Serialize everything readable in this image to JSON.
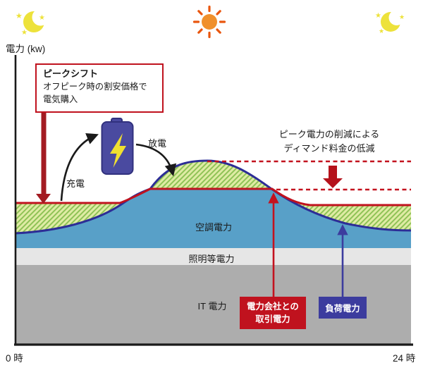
{
  "axis": {
    "y_label": "電力 (kw)",
    "x_start": "0 時",
    "x_end": "24 時"
  },
  "peak_shift_box": {
    "title": "ピークシフト",
    "line1": "オフピーク時の割安価格で",
    "line2": "電気購入"
  },
  "battery": {
    "charge": "充電",
    "discharge": "放電"
  },
  "demand_note": {
    "line1": "ピーク電力の削減による",
    "line2": "ディマンド料金の低減"
  },
  "areas": {
    "hvac": "空調電力",
    "lighting": "照明等電力",
    "it": "IT 電力"
  },
  "boxes": {
    "trade_line1": "電力会社との",
    "trade_line2": "取引電力",
    "load": "負荷電力"
  },
  "icons": {
    "top_left": "moon-icon",
    "top_center": "sun-icon",
    "top_right": "moon-icon",
    "middle": "battery-icon"
  },
  "colors": {
    "red_line": "#C0121E",
    "dark_red_arrow": "#A31B22",
    "demand_arrow": "#B5121B",
    "load_curve": "#2D2D96",
    "hvac_area": "#58A0C8",
    "lighting_area": "#E6E6E6",
    "it_area": "#ADADAD",
    "hatch_bg": "#DFEBA4",
    "hatch_stripe": "#8CC153",
    "battery_body": "#4A4AA0",
    "battery_bolt": "#F0E030",
    "moon": "#EDE23B",
    "sun_body": "#F0902C",
    "sun_rays": "#E9560E",
    "trade_box_bg": "#C0121E",
    "load_box_bg": "#3C3C9E"
  }
}
